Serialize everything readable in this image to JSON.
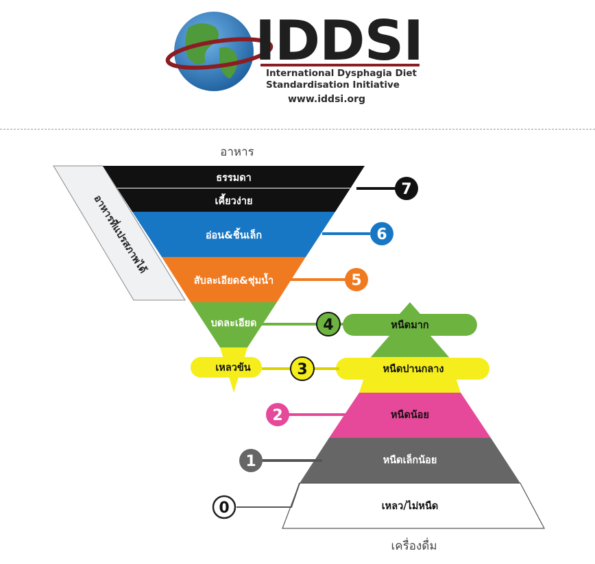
{
  "header": {
    "brand": "IDDSI",
    "subtitle_line1": "International Dysphagia Diet",
    "subtitle_line2": "Standardisation Initiative",
    "url": "www.iddsi.org"
  },
  "captions": {
    "food": "อาหาร",
    "drinks": "เครื่องดื่ม",
    "transitional": "อาหารที่แปรสภาพได้"
  },
  "food_levels": [
    {
      "num": "7",
      "label_a": "ธรรมดา",
      "label_b": "เคี้ยวง่าย",
      "color": "#111111"
    },
    {
      "num": "6",
      "label": "อ่อน&ชิ้นเล็ก",
      "color": "#1877c4"
    },
    {
      "num": "5",
      "label": "สับละเอียด&ชุ่มน้ำ",
      "color": "#f07a20"
    },
    {
      "num": "4",
      "label": "บดละเอียด",
      "color": "#6db33f"
    },
    {
      "num": "3",
      "label": "เหลวข้น",
      "color": "#f5ee1c"
    }
  ],
  "drink_levels": [
    {
      "num": "4",
      "label": "หนืดมาก",
      "color": "#6db33f"
    },
    {
      "num": "3",
      "label": "หนืดปานกลาง",
      "color": "#f5ee1c"
    },
    {
      "num": "2",
      "label": "หนืดน้อย",
      "color": "#e6489a"
    },
    {
      "num": "1",
      "label": "หนืดเล็กน้อย",
      "color": "#666666"
    },
    {
      "num": "0",
      "label": "เหลว/ไม่หนืด",
      "color": "#ffffff"
    }
  ]
}
